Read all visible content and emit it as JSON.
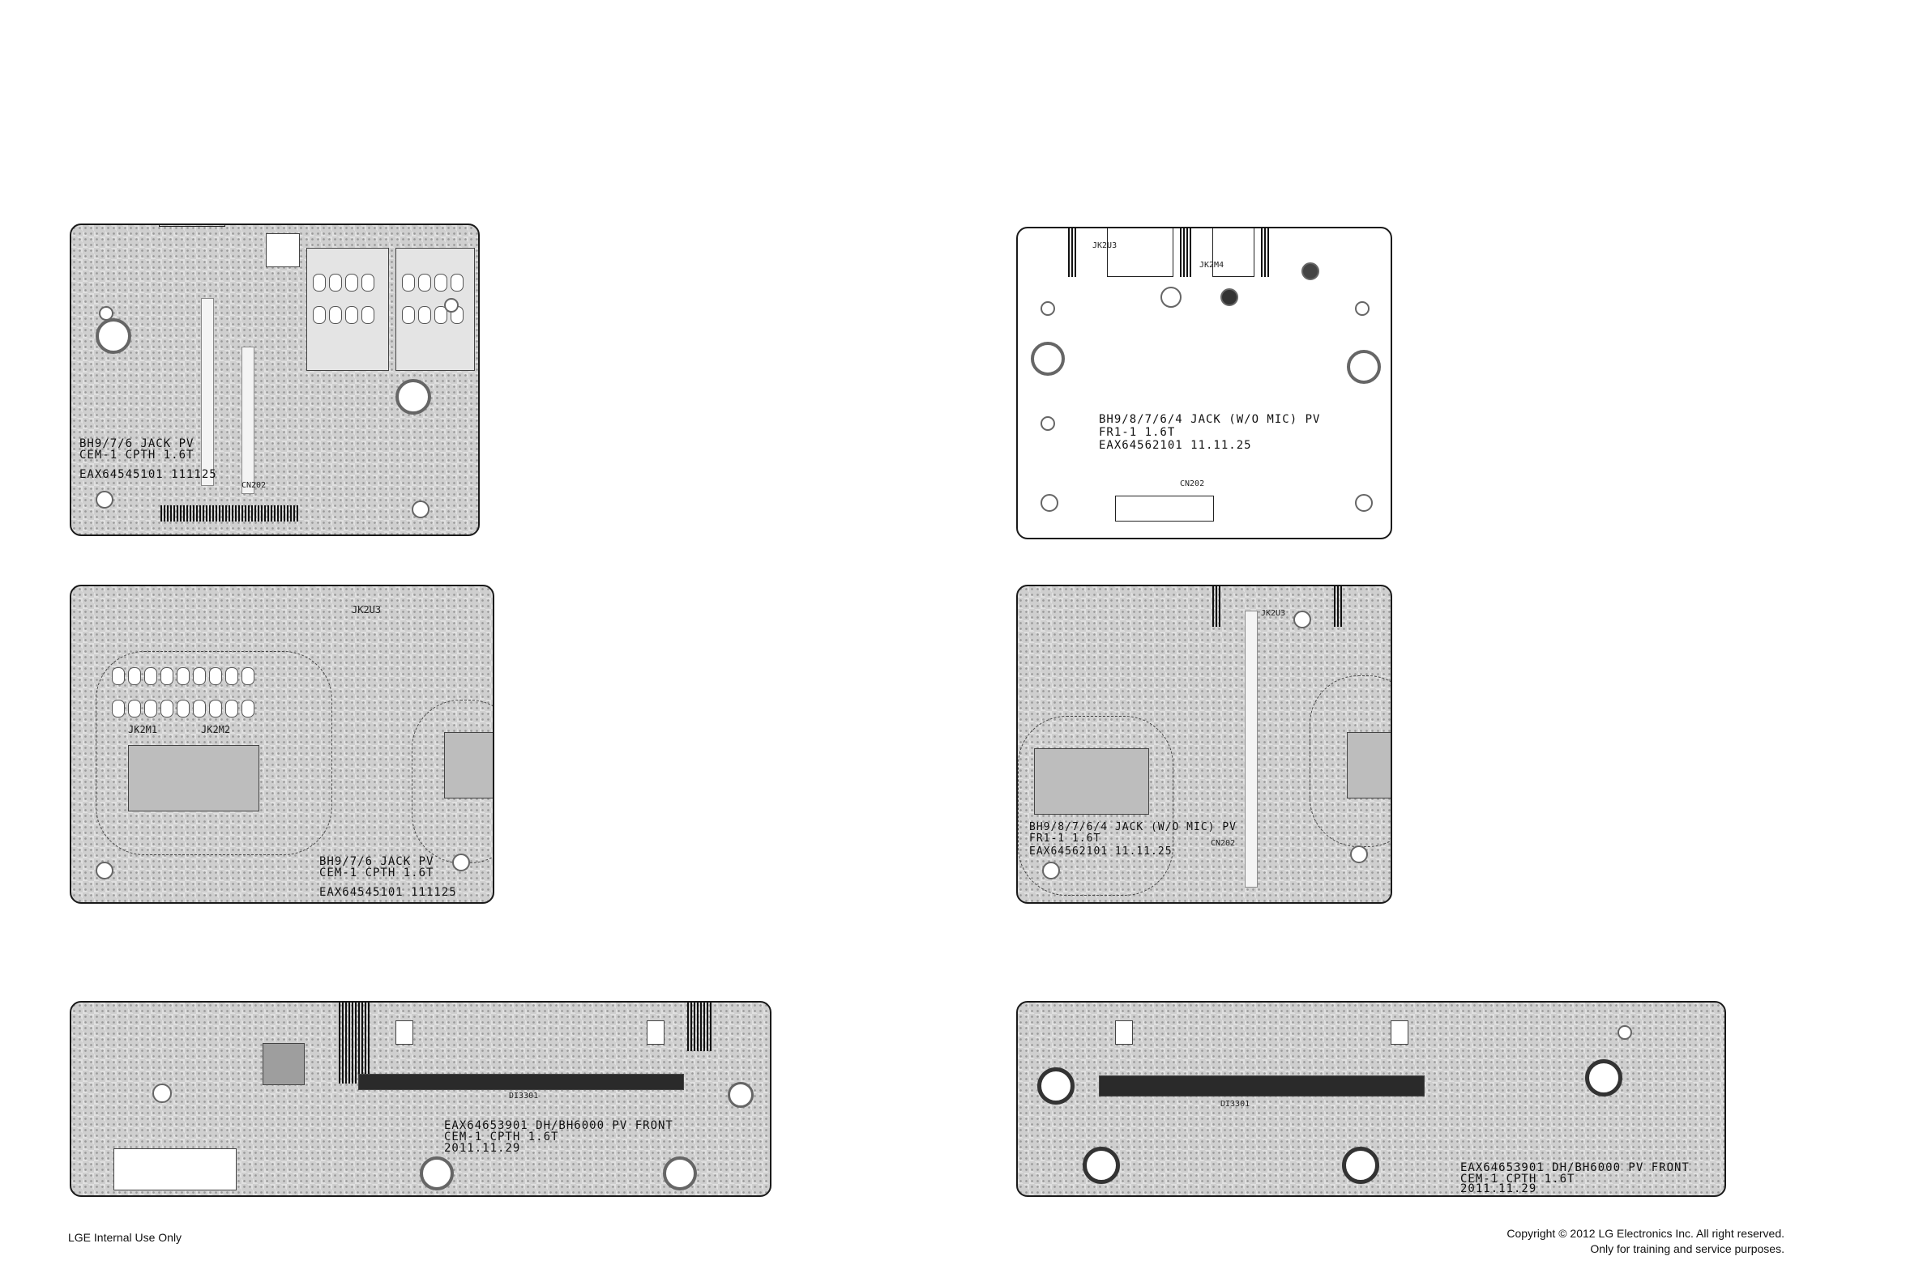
{
  "boards": {
    "jack_top_left": {
      "title_line1": "BH9/7/6 JACK PV",
      "title_line2": "CEM-1 CPTH 1.6T",
      "part_no": "EAX64545101 111125",
      "connector": "CN202"
    },
    "jack_top_right": {
      "title_line1": "BH9/8/7/6/4 JACK (W/O MIC) PV",
      "title_line2": "FR1-1 1.6T",
      "part_no": "EAX64562101 11.11.25",
      "connector": "CN202",
      "jack1": "JK2U3",
      "jack2": "JK2M4"
    },
    "jack_bottom_left": {
      "title_line1": "BH9/7/6 JACK PV",
      "title_line2": "CEM-1 CPTH 1.6T",
      "part_no": "EAX64545101 111125",
      "jack_a": "JK2M1",
      "jack_b": "JK2M2",
      "jack_c": "JK2U3"
    },
    "jack_bottom_right": {
      "title_line1": "BH9/8/7/6/4 JACK (W/O MIC) PV",
      "title_line2": "FR1-1 1.6T",
      "part_no": "EAX64562101 11.11.25",
      "connector": "CN202",
      "jack": "JK2U3"
    },
    "front_left": {
      "title_line1": "EAX64653901 DH/BH6000 PV FRONT",
      "title_line2": "CEM-1 CPTH 1.6T",
      "date": "2011.11.29",
      "display": "DI3301"
    },
    "front_right": {
      "title_line1": "EAX64653901 DH/BH6000 PV FRONT",
      "title_line2": "CEM-1 CPTH 1.6T",
      "date": "2011.11.29",
      "display": "DI3301"
    }
  },
  "footer": {
    "left": "LGE Internal Use Only",
    "right_line1": "Copyright © 2012 LG Electronics Inc. All right reserved.",
    "right_line2": "Only for training and service purposes."
  }
}
